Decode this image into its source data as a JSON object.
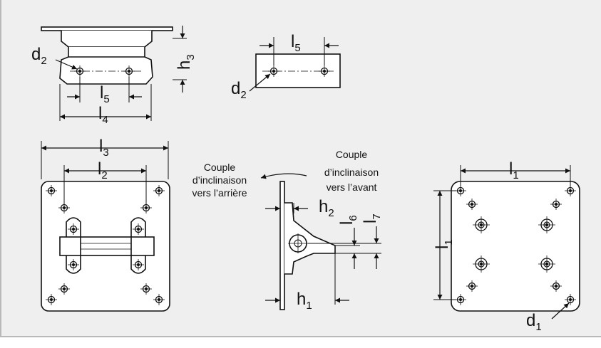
{
  "figure": {
    "background": "#efefef",
    "line_color": "#111111",
    "labels": {
      "d2_top": {
        "main": "d",
        "sub": "2"
      },
      "h3": {
        "main": "h",
        "sub": "3"
      },
      "l5_top": {
        "main": "l",
        "sub": "5"
      },
      "l4": {
        "main": "l",
        "sub": "4"
      },
      "l5_side": {
        "main": "l",
        "sub": "5"
      },
      "d2_side": {
        "main": "d",
        "sub": "2"
      },
      "l3": {
        "main": "l",
        "sub": "3"
      },
      "l2": {
        "main": "l",
        "sub": "2"
      },
      "h2": {
        "main": "h",
        "sub": "2"
      },
      "l6": {
        "main": "l",
        "sub": "6"
      },
      "l7": {
        "main": "l",
        "sub": "7"
      },
      "h1": {
        "main": "h",
        "sub": "1"
      },
      "l1_top": {
        "main": "l",
        "sub": "1"
      },
      "l1_side": {
        "main": "l",
        "sub": "1"
      },
      "d1": {
        "main": "d",
        "sub": "1"
      }
    },
    "notes": {
      "rear": [
        "Couple",
        "d’inclinaison",
        "vers l’arrière"
      ],
      "front": [
        "Couple",
        "d’inclinaison",
        "vers l’avant"
      ]
    }
  }
}
